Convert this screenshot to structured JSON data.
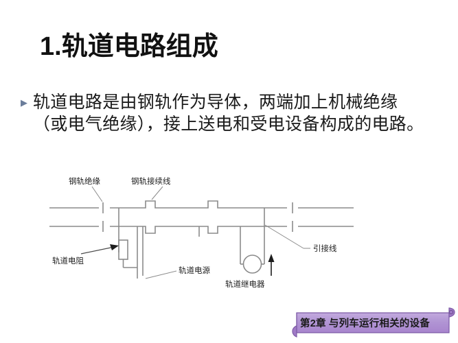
{
  "slide": {
    "title": "1.轨道电路组成",
    "bullet_marker": "▶",
    "body_text": "轨道电路是由钢轨作为导体，两端加上机械绝缘（或电气绝缘），接上送电和受电设备构成的电路。"
  },
  "diagram": {
    "labels": {
      "rail_insulation": "钢轨绝缘",
      "rail_bond_wire": "钢轨接续线",
      "track_resistor": "轨道电阻",
      "track_power_supply": "轨道电源",
      "track_relay": "轨道继电器",
      "lead_wire": "引接线"
    },
    "colors": {
      "rail_line": "#8a8a8a",
      "component_line": "#6f6f6f",
      "label_text": "#1d1d1d"
    }
  },
  "footer": {
    "chapter_prefix": "第",
    "chapter_number": "2",
    "chapter_suffix": "章",
    "chapter_title": "与列车运行相关的设备",
    "full_text": "第2章  与列车运行相关的设备",
    "banner_color": "#b79ad6",
    "banner_edge_color": "#7d5ba6",
    "banner_dark_color": "#9a79c4"
  },
  "theme": {
    "background": "#ffffff",
    "title_color": "#111111",
    "text_color": "#1a1a1a",
    "bullet_color": "#6b7d9b"
  }
}
